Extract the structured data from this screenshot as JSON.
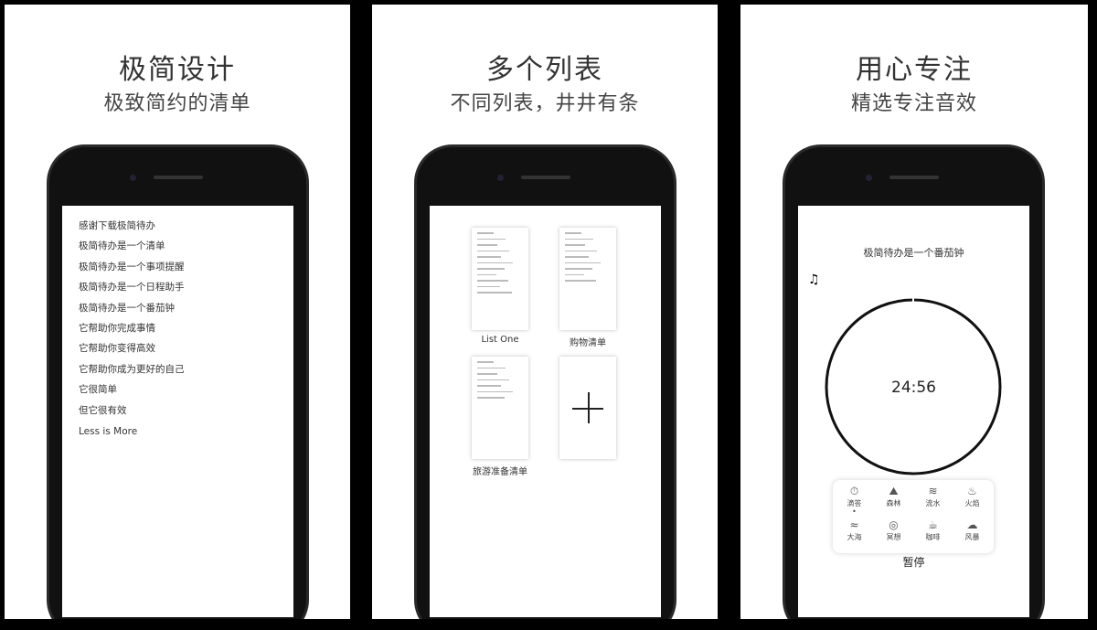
{
  "panels": [
    {
      "title": "极简设计",
      "subtitle": "极致简约的清单"
    },
    {
      "title": "多个列表",
      "subtitle": "不同列表，井井有条"
    },
    {
      "title": "用心专注",
      "subtitle": "精选专注音效"
    }
  ],
  "todo_items": [
    "感谢下载极简待办",
    "极简待办是一个清单",
    "极简待办是一个事项提醒",
    "极简待办是一个日程助手",
    "极简待办是一个番茄钟",
    "它帮助你完成事情",
    "它帮助你变得高效",
    "它帮助你成为更好的自己",
    "它很简单",
    "但它很有效",
    "Less is More"
  ],
  "lists": [
    {
      "name": "List One",
      "lines": 11
    },
    {
      "name": "购物清单",
      "lines": 9
    },
    {
      "name": "旅游准备清单",
      "lines": 7
    }
  ],
  "focus": {
    "title": "极简待办是一个番茄钟",
    "timer": "24:56",
    "progress": 0.005,
    "pause_label": "暂停",
    "sounds": [
      {
        "label": "滴答",
        "icon": "stopwatch-icon",
        "glyph": "⏱",
        "active": true
      },
      {
        "label": "森林",
        "icon": "tree-icon",
        "glyph": "⛰"
      },
      {
        "label": "流水",
        "icon": "water-icon",
        "glyph": "≋"
      },
      {
        "label": "火焰",
        "icon": "fire-icon",
        "glyph": "♨"
      },
      {
        "label": "大海",
        "icon": "wave-icon",
        "glyph": "≈"
      },
      {
        "label": "冥想",
        "icon": "meditation-icon",
        "glyph": "◎"
      },
      {
        "label": "咖啡",
        "icon": "coffee-icon",
        "glyph": "☕"
      },
      {
        "label": "风暴",
        "icon": "storm-icon",
        "glyph": "☁"
      }
    ]
  }
}
